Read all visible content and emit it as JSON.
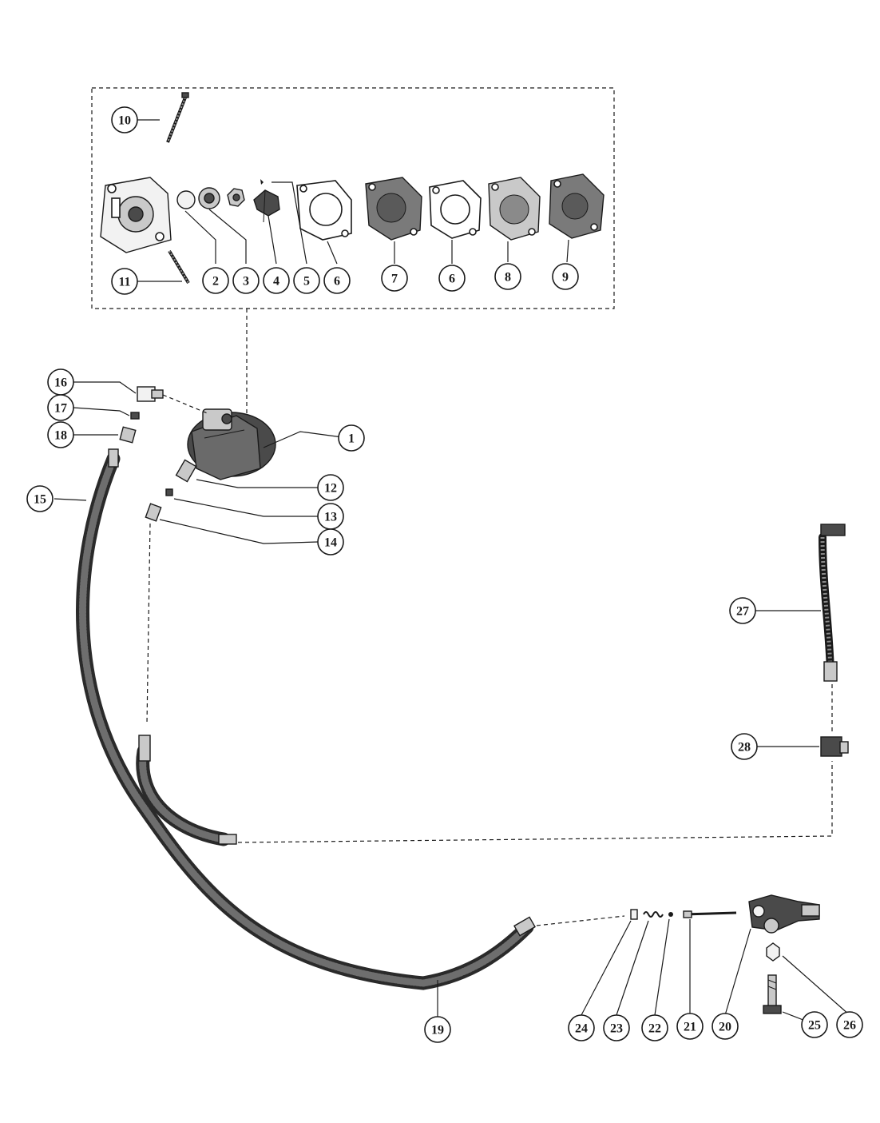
{
  "callouts": [
    {
      "label": "1"
    },
    {
      "label": "2"
    },
    {
      "label": "3"
    },
    {
      "label": "4"
    },
    {
      "label": "5"
    },
    {
      "label": "6"
    },
    {
      "label": "7"
    },
    {
      "label": "6"
    },
    {
      "label": "8"
    },
    {
      "label": "9"
    },
    {
      "label": "10"
    },
    {
      "label": "11"
    },
    {
      "label": "12"
    },
    {
      "label": "13"
    },
    {
      "label": "14"
    },
    {
      "label": "15"
    },
    {
      "label": "16"
    },
    {
      "label": "17"
    },
    {
      "label": "18"
    },
    {
      "label": "19"
    },
    {
      "label": "20"
    },
    {
      "label": "21"
    },
    {
      "label": "22"
    },
    {
      "label": "23"
    },
    {
      "label": "24"
    },
    {
      "label": "25"
    },
    {
      "label": "26"
    },
    {
      "label": "27"
    },
    {
      "label": "28"
    }
  ]
}
